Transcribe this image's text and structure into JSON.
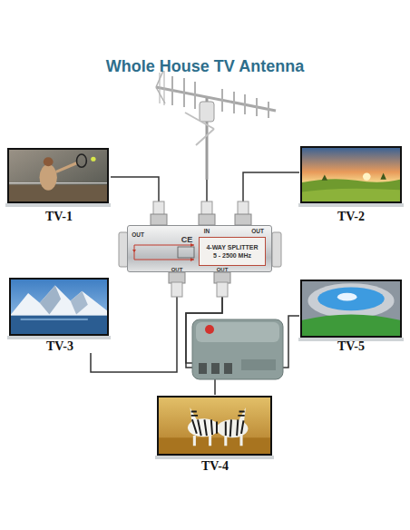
{
  "diagram": {
    "title": "Whole House TV Antenna",
    "nodes": [
      {
        "text": [
          "TV-1"
        ]
      },
      {
        "text": [
          "TV-2"
        ]
      },
      {
        "text": [
          "4-WAY SPLITTER",
          "5 - 2500 MHz"
        ]
      },
      {
        "text": [
          "TV-3"
        ]
      },
      {
        "text": [
          "TV-5"
        ]
      },
      {
        "text": [
          "TV-4"
        ]
      }
    ],
    "edges": [
      {
        "from": 2,
        "to": 0,
        "arrow": "none"
      },
      {
        "from": 2,
        "to": 1,
        "arrow": "none"
      },
      {
        "from": 2,
        "to": 3,
        "arrow": "none"
      },
      {
        "from": 2,
        "to": 5,
        "arrow": "none"
      },
      {
        "from": 2,
        "to": 4,
        "arrow": "none"
      }
    ],
    "labels": [
      "OUT",
      "IN",
      "OUT",
      "CE",
      "OUT",
      "OUT"
    ]
  }
}
